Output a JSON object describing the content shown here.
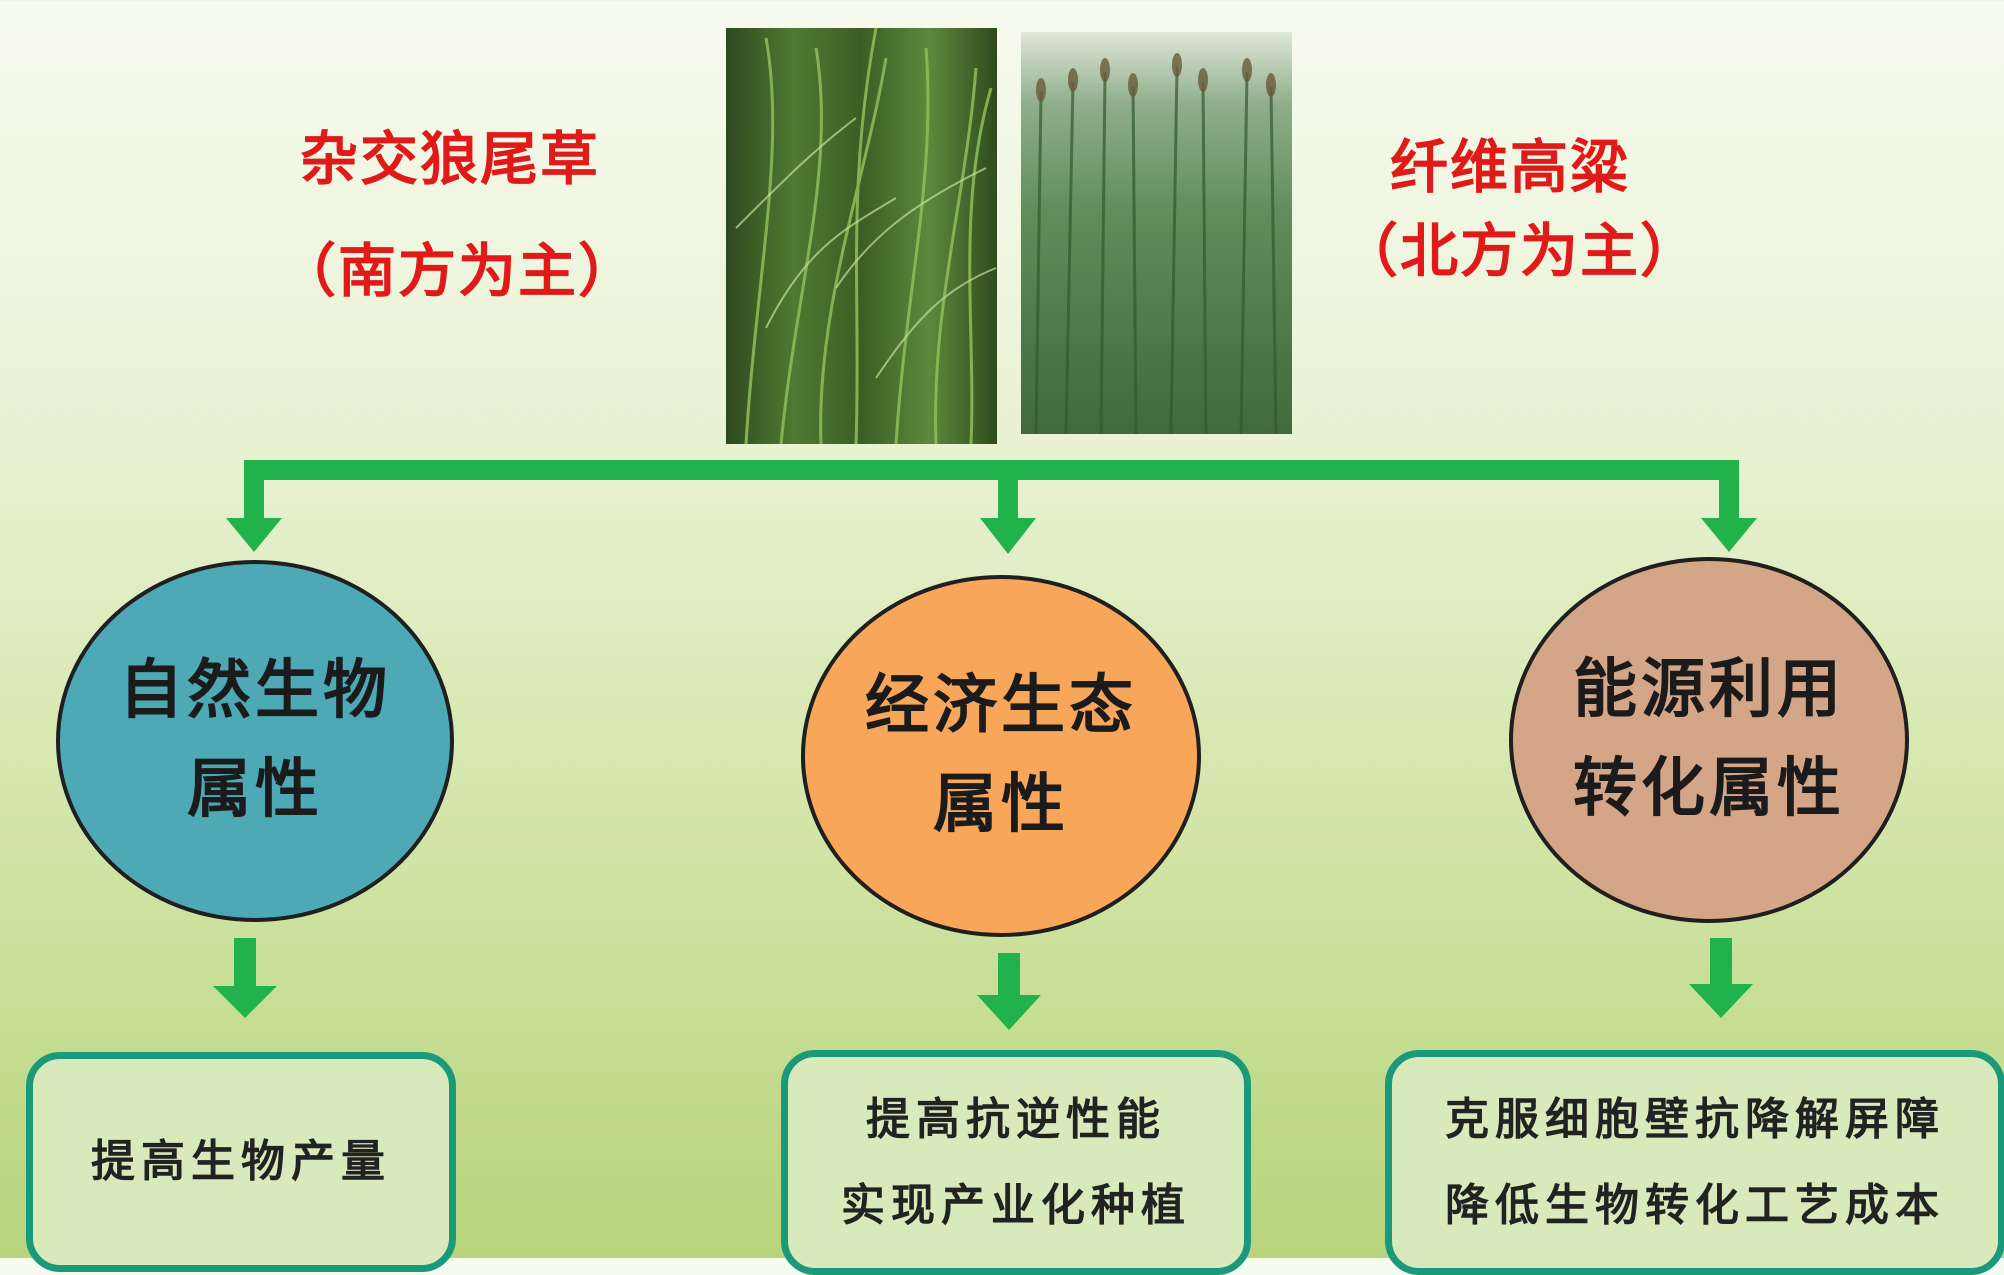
{
  "crops": {
    "left": {
      "name": "杂交狼尾草",
      "region": "（南方为主）"
    },
    "right": {
      "name": "纤维高粱",
      "region": "（北方为主）"
    }
  },
  "attributes": [
    {
      "lines": [
        "自然生物",
        "属性"
      ],
      "color": "#4ea9b6"
    },
    {
      "lines": [
        "经济生态",
        "属性"
      ],
      "color": "#f7a65a"
    },
    {
      "lines": [
        "能源利用",
        "转化属性"
      ],
      "color": "#d5a588"
    }
  ],
  "goals": [
    {
      "lines": [
        "提高生物产量"
      ]
    },
    {
      "lines": [
        "提高抗逆性能",
        "实现产业化种植"
      ]
    },
    {
      "lines": [
        "克服细胞壁抗降解屏障",
        "降低生物转化工艺成本"
      ]
    }
  ],
  "colors": {
    "label_red": "#e01919",
    "arrow_green": "#21b24b",
    "box_border": "#1a9a7a"
  }
}
